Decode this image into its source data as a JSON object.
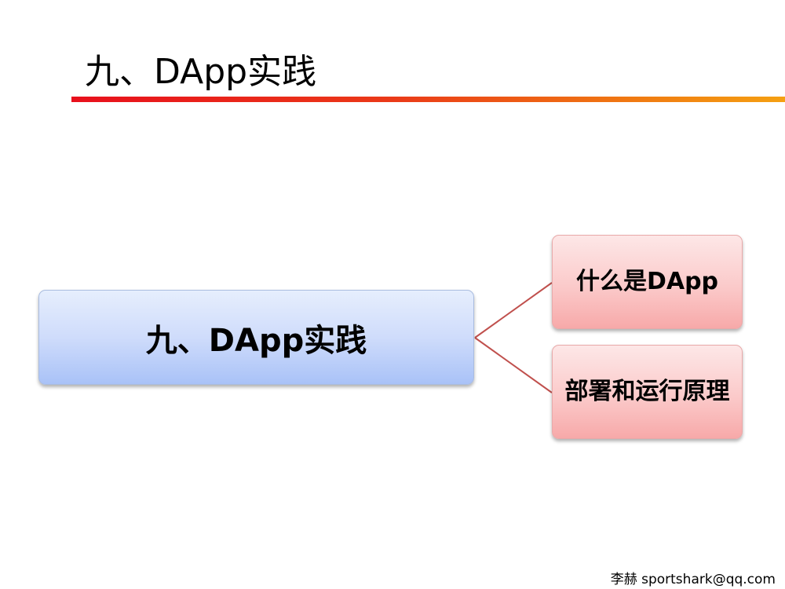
{
  "slide": {
    "title": "九、DApp实践",
    "footer": "李赫 sportshark@qq.com"
  },
  "diagram": {
    "root": {
      "label": "九、DApp实践"
    },
    "children": [
      {
        "label": "什么是DApp"
      },
      {
        "label": "部署和运行原理"
      }
    ]
  },
  "colors": {
    "title_rule_start": "#e8101c",
    "title_rule_end": "#f5a012",
    "root_fill": "#cfdcfb",
    "child_fill": "#fbcaca",
    "connector": "#c0504d"
  }
}
